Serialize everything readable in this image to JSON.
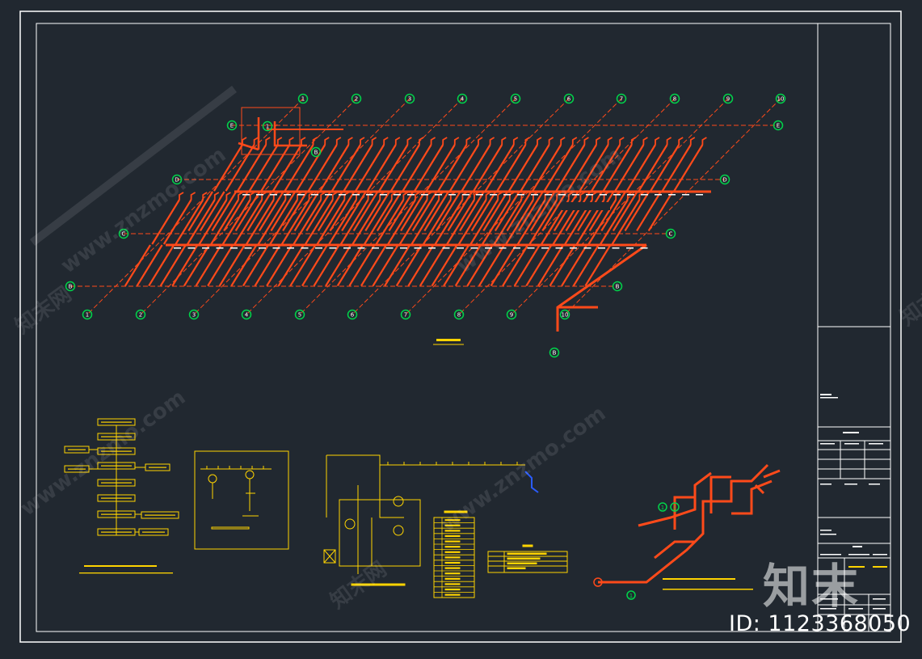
{
  "drawing": {
    "axis_numbers": [
      "1",
      "2",
      "3",
      "4",
      "5",
      "6",
      "7",
      "8",
      "9",
      "10"
    ],
    "axis_letters": [
      "B",
      "C",
      "D",
      "E"
    ]
  },
  "watermark": {
    "text": "www.znzmo.com",
    "brand": "知末网",
    "logo": "知末",
    "id_label": "ID: 1123368050"
  },
  "colors": {
    "background": "#212830",
    "pipe": "#ff4a1a",
    "dim": "#ffd400",
    "axis": "#00d44a",
    "frame": "#ffffff",
    "blue": "#2a5cff"
  }
}
